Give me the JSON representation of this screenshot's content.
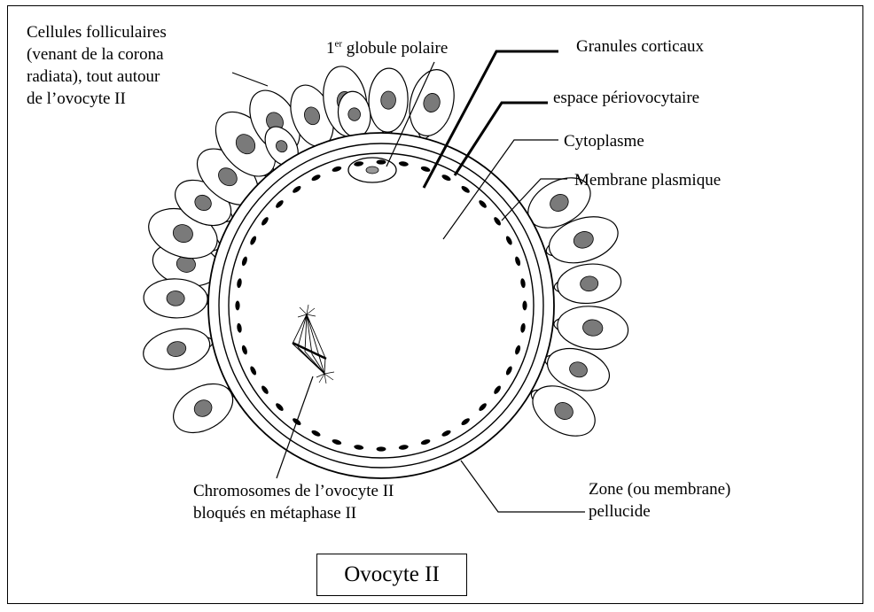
{
  "title": "Ovocyte II",
  "labels": {
    "follicular_cells": [
      "Cellules folliculaires",
      "(venant de la corona",
      "radiata), tout autour",
      "de l’ovocyte II"
    ],
    "polar_body_prefix": "1",
    "polar_body_sup": "er",
    "polar_body_rest": " globule polaire",
    "cortical_granules": "Granules corticaux",
    "perivitelline_space": "espace périovocytaire",
    "cytoplasm": "Cytoplasme",
    "plasma_membrane": "Membrane plasmique",
    "chromosomes": [
      "Chromosomes de l’ovocyte II",
      "bloqués en métaphase II"
    ],
    "zona_pellucida": [
      "Zone (ou membrane)",
      "pellucide"
    ]
  },
  "colors": {
    "ink": "#000000",
    "cell_fill": "#ffffff",
    "nucleus": "#7a7a7a"
  }
}
